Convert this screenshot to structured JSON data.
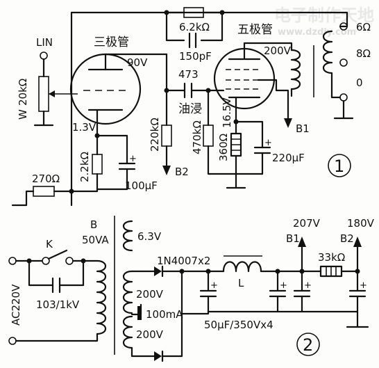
{
  "watermark": {
    "title": "电子制作天地",
    "url": "www.dzdiy.com"
  },
  "circuit1": {
    "number": "①",
    "triode_label": "三极管",
    "pentode_label": "五极管",
    "input_label": "LIN",
    "pot_ref": "W",
    "pot_value": "20kΩ",
    "feedback_res": "6.2kΩ",
    "feedback_cap": "150pF",
    "triode_voltage": "90V",
    "cathode_voltage": "1.3V",
    "coupling_cap": "473",
    "coupling_type": "油浸",
    "plate_res": "220kΩ",
    "grid_res": "470kΩ",
    "cathode_res1": "2.2kΩ",
    "cathode_cap1": "100μF",
    "input_res": "270Ω",
    "pentode_cathode_v": "16.5V",
    "cathode_res2": "360Ω",
    "cathode_cap2": "220μF",
    "pentode_voltage": "200V",
    "supply_b1": "B1",
    "supply_b2": "B2",
    "tap_6": "6Ω",
    "tap_8": "8Ω",
    "tap_0": "0"
  },
  "circuit2": {
    "number": "②",
    "transformer_ref": "B",
    "transformer_power": "50VA",
    "heater_voltage": "6.3V",
    "switch_ref": "K",
    "switch_cap": "103/1kV",
    "mains": "AC220V",
    "diodes": "1N4007x2",
    "secondary_top": "200V",
    "secondary_bot": "200V",
    "secondary_current": "100mA",
    "inductor_ref": "L",
    "filter_res": "33kΩ",
    "out_v1": "207V",
    "out_v2": "180V",
    "out_b1": "B1",
    "out_b2": "B2",
    "caps": "50μF/350Vx4"
  }
}
